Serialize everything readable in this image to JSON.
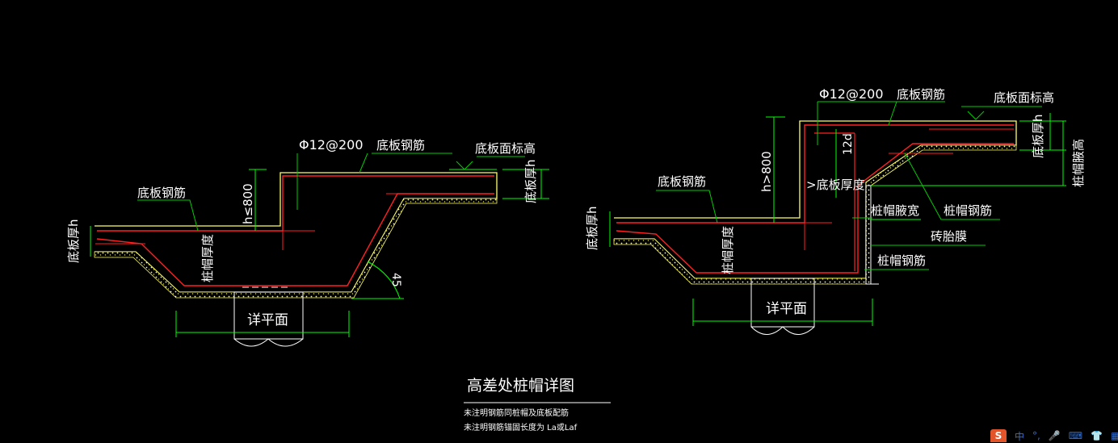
{
  "colors": {
    "background": "#000000",
    "concrete_outline": "#ffff66",
    "rebar": "#ff2020",
    "dimension": "#00ff00",
    "leader": "#00cc00",
    "text": "#ffffff",
    "hatch": "#c8c800"
  },
  "left_detail": {
    "rebar_spec": "Φ12@200",
    "slab_rebar_top": "底板钢筋",
    "slab_rebar_left": "底板钢筋",
    "slab_top_elevation": "底板面标高",
    "slab_thickness_right": "底板厚h",
    "slab_thickness_left": "底板厚h",
    "height_limit": "h≤800",
    "pile_cap_depth": "桩帽厚度",
    "detail_plan": "详平面",
    "angle": "45"
  },
  "right_detail": {
    "rebar_spec": "Φ12@200",
    "slab_rebar_top": "底板钢筋",
    "slab_rebar_left": "底板钢筋",
    "slab_top_elevation": "底板面标高",
    "slab_thickness_right": "底板厚h",
    "slab_thickness_left": "底板厚h",
    "pile_cap_haunch_height": "桩帽腋高",
    "height_limit": "h>800",
    "anchor_length": "12d",
    "over_thickness": ">底板厚度",
    "haunch_width": "桩帽腋宽",
    "pile_cap_rebar_1": "桩帽钢筋",
    "brick_formwork": "砖胎膜",
    "pile_cap_rebar_2": "桩帽钢筋",
    "pile_cap_depth": "桩帽厚度",
    "detail_plan": "详平面"
  },
  "title_block": {
    "title": "高差处桩帽详图",
    "note1": "未注明钢筋同桩帽及底板配筋",
    "note2": "未注明钢筋锚固长度为 La或Laf"
  },
  "ime_bar": {
    "logo": "S",
    "lang": "中",
    "punct": "°,",
    "icons": [
      "mic-icon",
      "keyboard-icon",
      "shirt-icon",
      "grid-icon"
    ]
  }
}
